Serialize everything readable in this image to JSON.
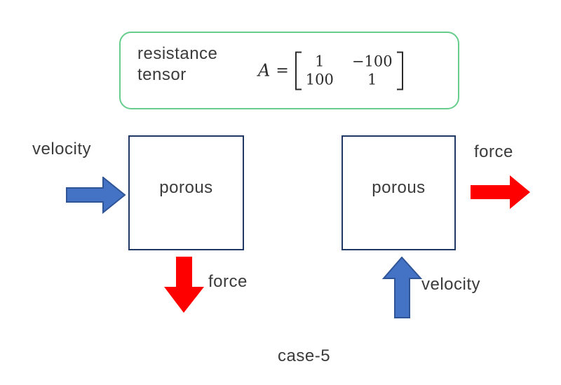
{
  "colors": {
    "velocity_arrow_fill": "#4472C4",
    "velocity_arrow_border": "#2F5597",
    "force_arrow_fill": "#FE0000",
    "porous_box_border": "#1F3864",
    "tensor_box_border": "#66CD8C",
    "text": "#3B3B3B"
  },
  "resistance_box": {
    "label_line1": "resistance",
    "label_line2": "tensor",
    "equation": {
      "variable": "A",
      "equals": "=",
      "matrix": [
        [
          "1",
          "−100"
        ],
        [
          "100",
          "1"
        ]
      ]
    }
  },
  "left_system": {
    "box_label": "porous",
    "input_label": "velocity",
    "output_label": "force"
  },
  "right_system": {
    "box_label": "porous",
    "input_label": "velocity",
    "output_label": "force"
  },
  "caption": "case-5"
}
